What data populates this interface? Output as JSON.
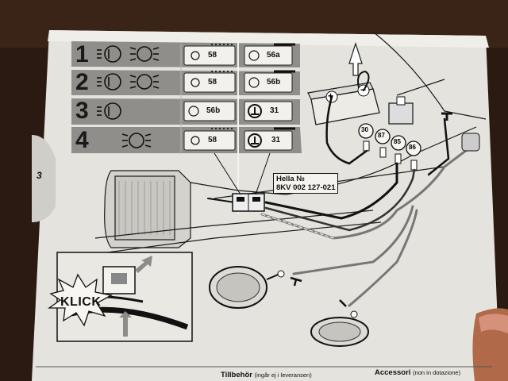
{
  "page": {
    "page_number": "3",
    "rows": [
      {
        "number": "1",
        "left_code": "58",
        "right_code": "56a"
      },
      {
        "number": "2",
        "left_code": "58",
        "right_code": "56b"
      },
      {
        "number": "3",
        "left_code": "56b",
        "right_code": "31"
      },
      {
        "number": "4",
        "left_code": "58",
        "right_code": "31"
      }
    ],
    "terminals": [
      "30",
      "87",
      "85",
      "86"
    ],
    "battery": {
      "plus": "+",
      "minus": "−"
    },
    "relay_label": {
      "line1": "Hella №",
      "line2": "8KV 002 127-021"
    },
    "klick": "KLICK",
    "footer": {
      "col2_title": "Tillbehör",
      "col2_sub": "(ingår ej i leveransen)",
      "col3_title": "Accessori",
      "col3_sub": "(non in dotazione)"
    }
  },
  "colors": {
    "paper": "#e4e3dd",
    "table_gray": "#8f8e8a",
    "cell_light": "#f2f1ec",
    "ink": "#1a1a1a",
    "desk": "#2a1a12"
  }
}
